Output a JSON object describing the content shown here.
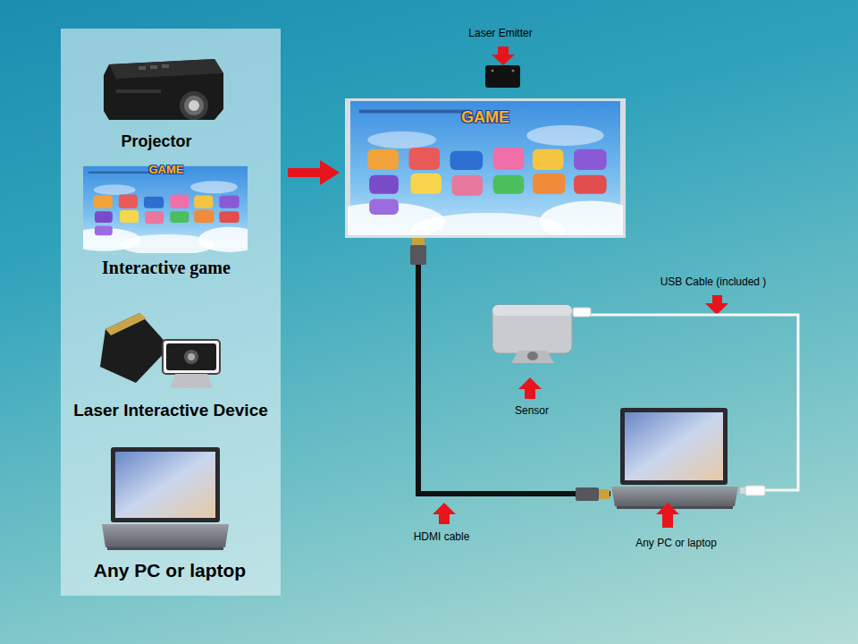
{
  "diagram": {
    "nodes": [
      {
        "text": [
          "Projector"
        ]
      },
      {
        "text": [
          "GAME",
          "Interactive game"
        ]
      },
      {
        "text": [
          "Laser Interactive Device"
        ]
      },
      {
        "text": [
          "Any PC or laptop"
        ]
      },
      {
        "text": [
          "Laser Emitter"
        ]
      },
      {
        "text": [
          "GAME"
        ]
      },
      {
        "text": [
          "Sensor"
        ]
      },
      {
        "text": [
          "Any PC or laptop"
        ]
      }
    ],
    "edges": [
      {
        "from": 5,
        "to": 7,
        "arrow": "none",
        "label": "HDMI cable"
      },
      {
        "from": 6,
        "to": 7,
        "arrow": "none",
        "label": "USB Cable (included )"
      }
    ]
  }
}
